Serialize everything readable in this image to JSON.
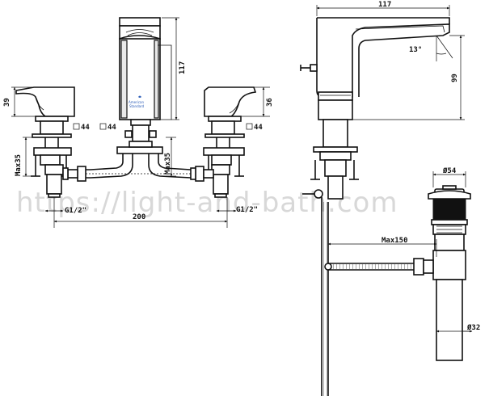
{
  "watermark": "https://light-and-bath.com",
  "brand_logo_text": "American Standard",
  "colors": {
    "line": "#111111",
    "watermark": "#d8d8d8",
    "logo": "#2c5db8"
  },
  "front_view": {
    "spout_height": "117",
    "handle_height_left": "39",
    "handle_height_right": "36",
    "deck_sq_1": "44",
    "deck_sq_2": "44",
    "deck_sq_3": "44",
    "max_deck_left": "Max35",
    "max_deck_center": "Max35",
    "thread_left": "G1/2\"",
    "thread_right": "G1/2\"",
    "center_distance": "200"
  },
  "side_view": {
    "spout_reach": "117",
    "spout_angle": "13°",
    "outlet_height": "99"
  },
  "drain": {
    "cap_diameter": "Ø54",
    "rod_length": "Max150",
    "pipe_diameter": "Ø32"
  }
}
